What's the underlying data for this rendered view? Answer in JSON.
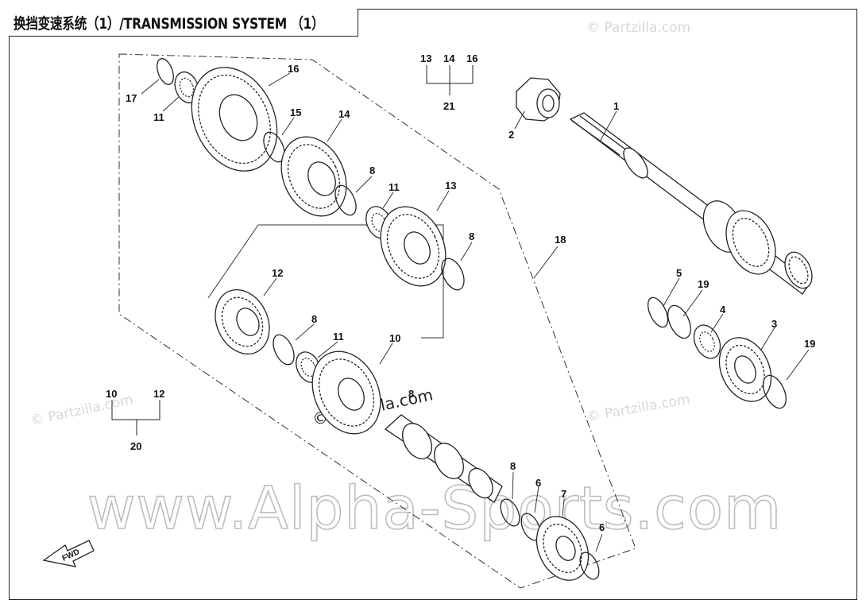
{
  "title": "换挡变速系统（1）/TRANSMISSION SYSTEM （1）",
  "watermarks": {
    "main": "www.Alpha-Sports.com",
    "partzilla": "© Partzilla.com",
    "partzilla_center": "© Partzilla.com"
  },
  "fwd_label": "FWD",
  "callouts": [
    "1",
    "2",
    "3",
    "4",
    "5",
    "6",
    "6",
    "7",
    "8",
    "8",
    "8",
    "8",
    "8",
    "10",
    "10",
    "11",
    "11",
    "11",
    "12",
    "12",
    "13",
    "13",
    "14",
    "14",
    "15",
    "16",
    "16",
    "17",
    "18",
    "19",
    "19",
    "20",
    "21"
  ],
  "groups": {
    "group_21": {
      "members": [
        "13",
        "14",
        "16"
      ],
      "label": "21"
    },
    "group_20": {
      "members": [
        "10",
        "12"
      ],
      "label": "20"
    }
  },
  "colors": {
    "line": "#222222",
    "watermark": "#bdbdbd"
  }
}
